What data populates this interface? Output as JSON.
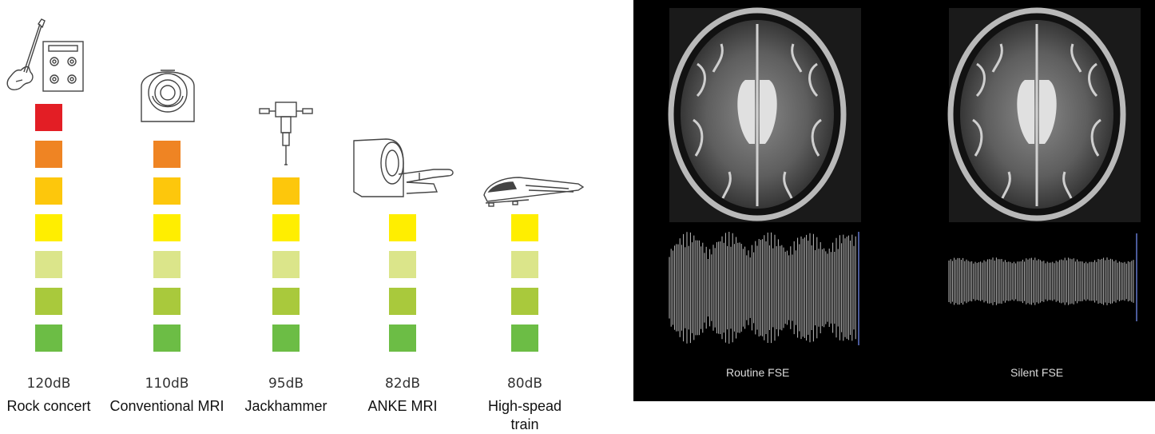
{
  "columns": [
    {
      "db": "120dB",
      "label": "Rock concert",
      "level": 7,
      "icon": "guitar-amp-icon"
    },
    {
      "db": "110dB",
      "label": "Conventional MRI",
      "level": 6,
      "icon": "conventional-mri-icon"
    },
    {
      "db": "95dB",
      "label": "Jackhammer",
      "level": 5,
      "icon": "jackhammer-icon"
    },
    {
      "db": "82dB",
      "label": "ANKE MRI",
      "level": 4,
      "icon": "mri-scanner-icon"
    },
    {
      "db": "80dB",
      "label": "High-spead train",
      "level": 4,
      "icon": "high-speed-train-icon"
    }
  ],
  "level_colors": [
    "#6cbd45",
    "#a9c93c",
    "#dbe58a",
    "#ffee00",
    "#fdc70c",
    "#ef8423",
    "#e31e25"
  ],
  "panels": [
    {
      "caption": "Routine FSE",
      "waveform": "high-amplitude"
    },
    {
      "caption": "Silent FSE",
      "waveform": "low-amplitude"
    }
  ]
}
